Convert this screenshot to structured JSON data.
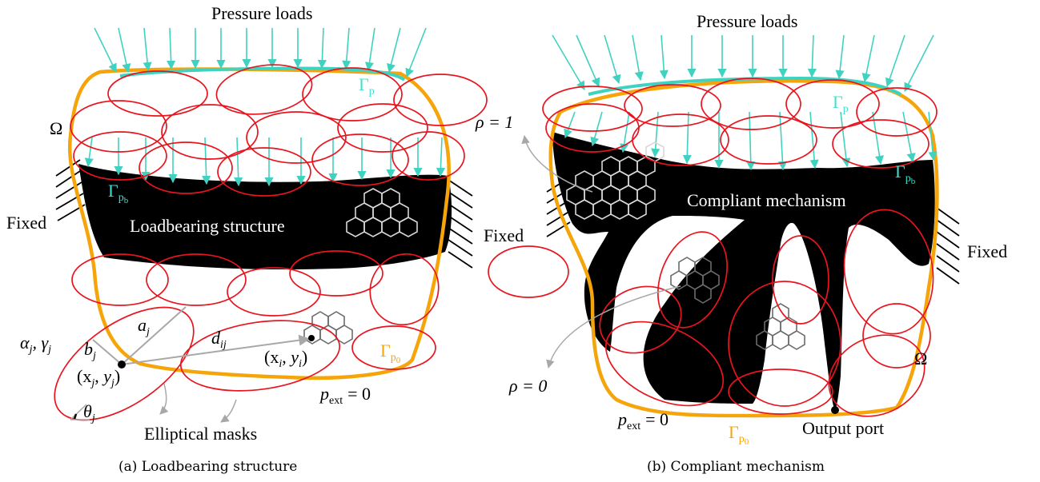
{
  "colors": {
    "mask": "#e8141e",
    "pressure": "#40d2c0",
    "domain": "#f5a50a",
    "solid": "#000000",
    "leader": "#a8a8a8"
  },
  "left": {
    "pressure_title": "Pressure loads",
    "omega": "Ω",
    "gamma_p": "Γ",
    "gamma_p_sub": "p",
    "gamma_pb": "Γ",
    "gamma_pb_sub": "p",
    "gamma_pb_subsub": "b",
    "fixed": "Fixed",
    "structure": "Loadbearing structure",
    "a_j": "a",
    "a_j_sub": "j",
    "b_j": "b",
    "b_j_sub": "j",
    "alpha": "α",
    "alpha_sub": "j",
    "gamma": "γ",
    "gamma_sub": "j",
    "xj_label": "(x",
    "xj_sub": "j",
    "yj_label": "y",
    "yj_sub": "j",
    "d_ij": "d",
    "d_ij_sub": "ij",
    "xi_label": "(x",
    "xi_sub": "i",
    "yi_label": "y",
    "yi_sub": "i",
    "theta": "θ",
    "theta_sub": "j",
    "gamma_p0": "Γ",
    "gamma_p0_sub": "p",
    "gamma_p0_subsub": "0",
    "p_ext": "p",
    "p_ext_sub": "ext",
    "p_ext_value": "= 0",
    "masks": "Elliptical masks",
    "caption": "(a) Loadbearing structure"
  },
  "right": {
    "pressure_title": "Pressure loads",
    "rho1": "ρ = 1",
    "rho0": "ρ = 0",
    "gamma_p": "Γ",
    "gamma_p_sub": "p",
    "gamma_pb": "Γ",
    "gamma_pb_sub": "p",
    "gamma_pb_subsub": "b",
    "mechanism": "Compliant mechanism",
    "fixed_left": "Fixed",
    "fixed_right": "Fixed",
    "omega": "Ω",
    "p_ext": "p",
    "p_ext_sub": "ext",
    "p_ext_value": "= 0",
    "gamma_p0": "Γ",
    "gamma_p0_sub": "p",
    "gamma_p0_subsub": "0",
    "output": "Output port",
    "caption": "(b) Compliant mechanism"
  }
}
